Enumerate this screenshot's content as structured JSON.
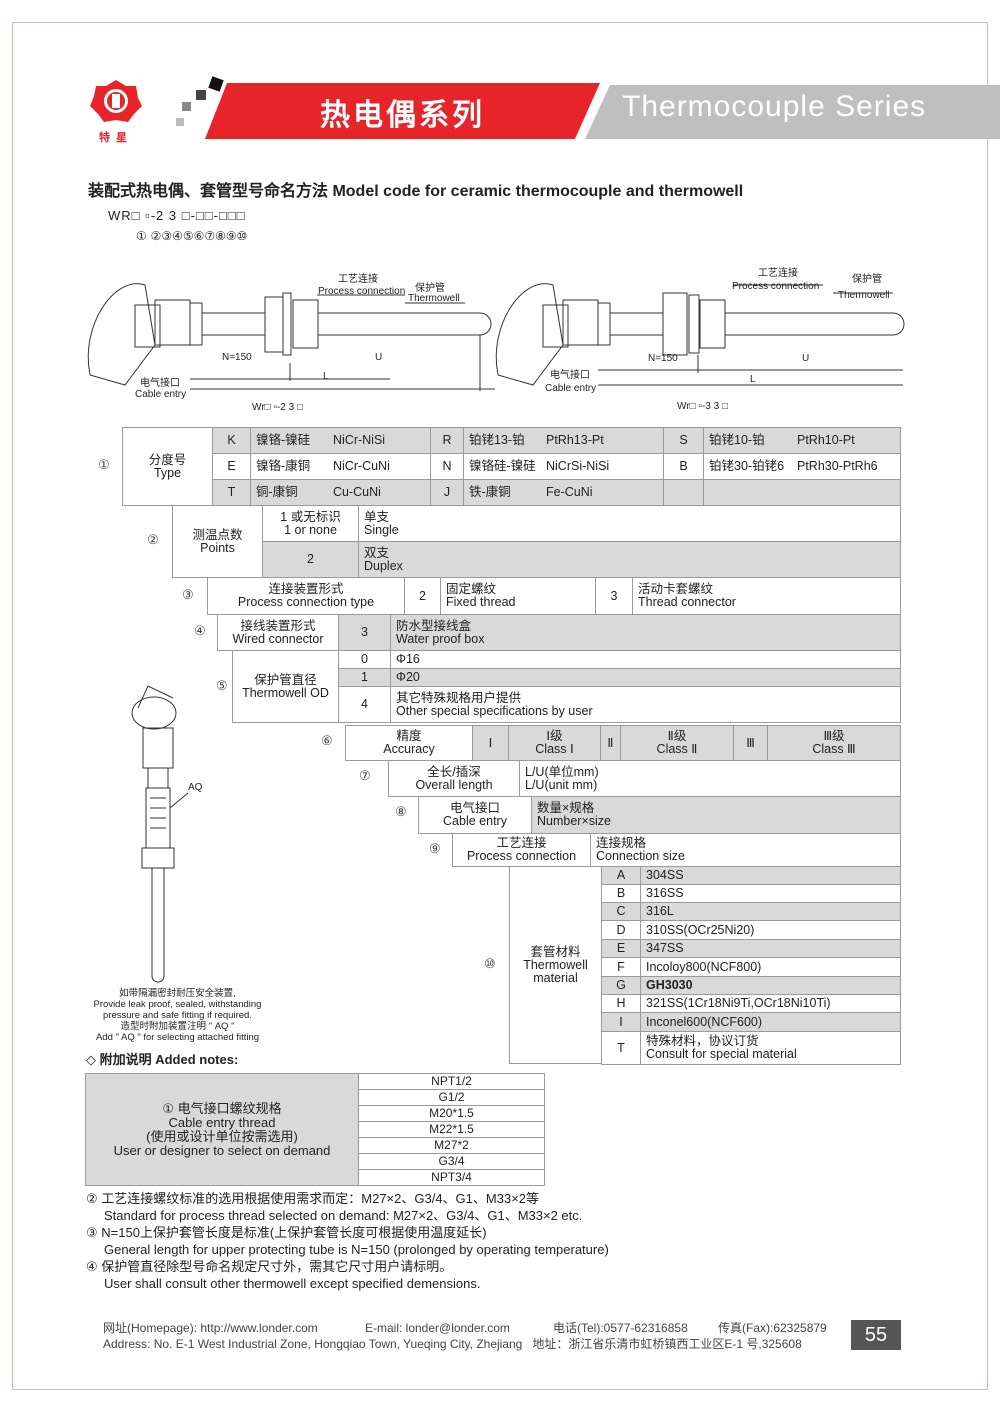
{
  "header": {
    "logo_text": "特星",
    "title_cn": "热电偶系列",
    "title_en": "Thermocouple Series",
    "brand_color": "#e8242b",
    "gray": "#bdbdbd"
  },
  "section": {
    "title": "装配式热电偶、套管型号命名方法 Model code for ceramic thermocouple and thermowell",
    "code": "WR□ ▫-2 3 □-□□-□□□",
    "positions": "① ②③④⑤⑥⑦⑧⑨⑩"
  },
  "diagrams": [
    {
      "process": "工艺连接",
      "process_en": "Process connection",
      "well": "保护管",
      "well_en": "Thermowell",
      "n": "N=150",
      "u": "U",
      "l": "L",
      "cable": "电气接口",
      "cable_en": "Cable entry",
      "model": "Wr□ ▫-2 3 □"
    },
    {
      "process": "工艺连接",
      "process_en": "Process connection",
      "well": "保护管",
      "well_en": "Thermowell",
      "n": "N=150",
      "u": "U",
      "l": "L",
      "cable": "电气接口",
      "cable_en": "Cable entry",
      "model": "Wr□ ▫-3 3 □"
    }
  ],
  "t1": {
    "num": "①",
    "label_cn": "分度号",
    "label_en": "Type",
    "rows": [
      [
        "K",
        "镍铬-镍硅",
        "NiCr-NiSi",
        "R",
        "铂铑13-铂",
        "PtRh13-Pt",
        "S",
        "铂铑10-铂",
        "PtRh10-Pt"
      ],
      [
        "E",
        "镍铬-康铜",
        "NiCr-CuNi",
        "N",
        "镍铬硅-镍硅",
        "NiCrSi-NiSi",
        "B",
        "铂铑30-铂铑6",
        "PtRh30-PtRh6"
      ],
      [
        "T",
        "铜-康铜",
        "Cu-CuNi",
        "J",
        "铁-康铜",
        "Fe-CuNi",
        "",
        "",
        ""
      ]
    ]
  },
  "t2": {
    "num": "②",
    "label_cn": "测温点数",
    "label_en": "Points",
    "rows": [
      {
        "code1": "1 或无标识",
        "code2": "1 or none",
        "cn": "单支",
        "en": "Single"
      },
      {
        "code1": "2",
        "code2": "",
        "cn": "双支",
        "en": "Duplex"
      }
    ]
  },
  "t3": {
    "num": "③",
    "label_cn": "连接装置形式",
    "label_en": "Process connection type",
    "c1": "2",
    "d1_cn": "固定螺纹",
    "d1_en": "Fixed thread",
    "c2": "3",
    "d2_cn": "活动卡套螺纹",
    "d2_en": "Thread connector"
  },
  "t4": {
    "num": "④",
    "label_cn": "接线装置形式",
    "label_en": "Wired connector",
    "code": "3",
    "cn": "防水型接线盒",
    "en": "Water proof box"
  },
  "t5": {
    "num": "⑤",
    "label_cn": "保护管直径",
    "label_en": "Thermowell OD",
    "rows": [
      {
        "code": "0",
        "cn": "Φ16",
        "en": ""
      },
      {
        "code": "1",
        "cn": "Φ20",
        "en": ""
      },
      {
        "code": "4",
        "cn": "其它特殊规格用户提供",
        "en": "Other special specifications by user"
      }
    ]
  },
  "t6": {
    "num": "⑥",
    "label_cn": "精度",
    "label_en": "Accuracy",
    "items": [
      {
        "code": "Ⅰ",
        "cn": "Ⅰ级",
        "en": "Class Ⅰ"
      },
      {
        "code": "Ⅱ",
        "cn": "Ⅱ级",
        "en": "Class Ⅱ"
      },
      {
        "code": "Ⅲ",
        "cn": "Ⅲ级",
        "en": "Class Ⅲ"
      }
    ]
  },
  "t7": {
    "num": "⑦",
    "label_cn": "全长/插深",
    "label_en": "Overall length",
    "cn": "L/U(单位mm)",
    "en": "L/U(unit mm)"
  },
  "t8": {
    "num": "⑧",
    "label_cn": "电气接口",
    "label_en": "Cable entry",
    "cn": "数量×规格",
    "en": "Number×size"
  },
  "t9": {
    "num": "⑨",
    "label_cn": "工艺连接",
    "label_en": "Process connection",
    "cn": "连接规格",
    "en": "Connection size"
  },
  "t10": {
    "num": "⑩",
    "label_cn": "套管材料",
    "label_en1": "Thermowell",
    "label_en2": "material",
    "rows": [
      {
        "code": "A",
        "desc": "304SS"
      },
      {
        "code": "B",
        "desc": "316SS"
      },
      {
        "code": "C",
        "desc": "316L"
      },
      {
        "code": "D",
        "desc": "310SS(OCr25Ni20)"
      },
      {
        "code": "E",
        "desc": "347SS"
      },
      {
        "code": "F",
        "desc": "Incoloy800(NCF800)"
      },
      {
        "code": "G",
        "desc": "GH3030"
      },
      {
        "code": "H",
        "desc": "321SS(1Cr18Ni9Ti,OCr18Ni10Ti)"
      },
      {
        "code": "I",
        "desc": "Inconel600(NCF600)"
      },
      {
        "code": "T",
        "desc": "特殊材料，协议订货",
        "desc2": "Consult for special material"
      }
    ]
  },
  "probe": {
    "aq": "AQ",
    "caption": [
      "如带隔漏密封耐压安全装置,",
      "Provide leak proof, sealed, withstanding",
      "pressure and safe fitting if required.",
      "造型时附加装置注明 \" AQ \"",
      "Add \" AQ \" for selecting attached fitting"
    ]
  },
  "notes": {
    "title": "◇ 附加说明  Added notes:",
    "cable_label": [
      "① 电气接口螺纹规格",
      "Cable entry thread",
      "(使用或设计单位按需选用)",
      "User or designer to select on demand"
    ],
    "threads": [
      "NPT1/2",
      "G1/2",
      "M20*1.5",
      "M22*1.5",
      "M27*2",
      "G3/4",
      "NPT3/4"
    ],
    "lines": [
      "② 工艺连接螺纹标准的选用根据使用需求而定：M27×2、G3/4、G1、M33×2等",
      "Standard for process thread selected on demand: M27×2、G3/4、G1、M33×2 etc.",
      "③ N=150上保护套管长度是标准(上保护套管长度可根据使用温度延长)",
      "General length for upper protecting tube is N=150 (prolonged by operating temperature)",
      "④ 保护管直径除型号命名规定尺寸外，需其它尺寸用户请标明。",
      "User shall consult other thermowell except specified demensions."
    ]
  },
  "footer": {
    "homepage": "网址(Homepage): http://www.londer.com",
    "email": "E-mail: londer@londer.com",
    "tel": "电话(Tel):0577-62316858",
    "fax": "传真(Fax):62325879",
    "address_en": "Address: No. E-1 West Industrial Zone, Hongqiao Town, Yueqing City, Zhejiang",
    "address_cn": "地址：浙江省乐清市虹桥镇西工业区E-1 号,325608",
    "page": "55"
  }
}
